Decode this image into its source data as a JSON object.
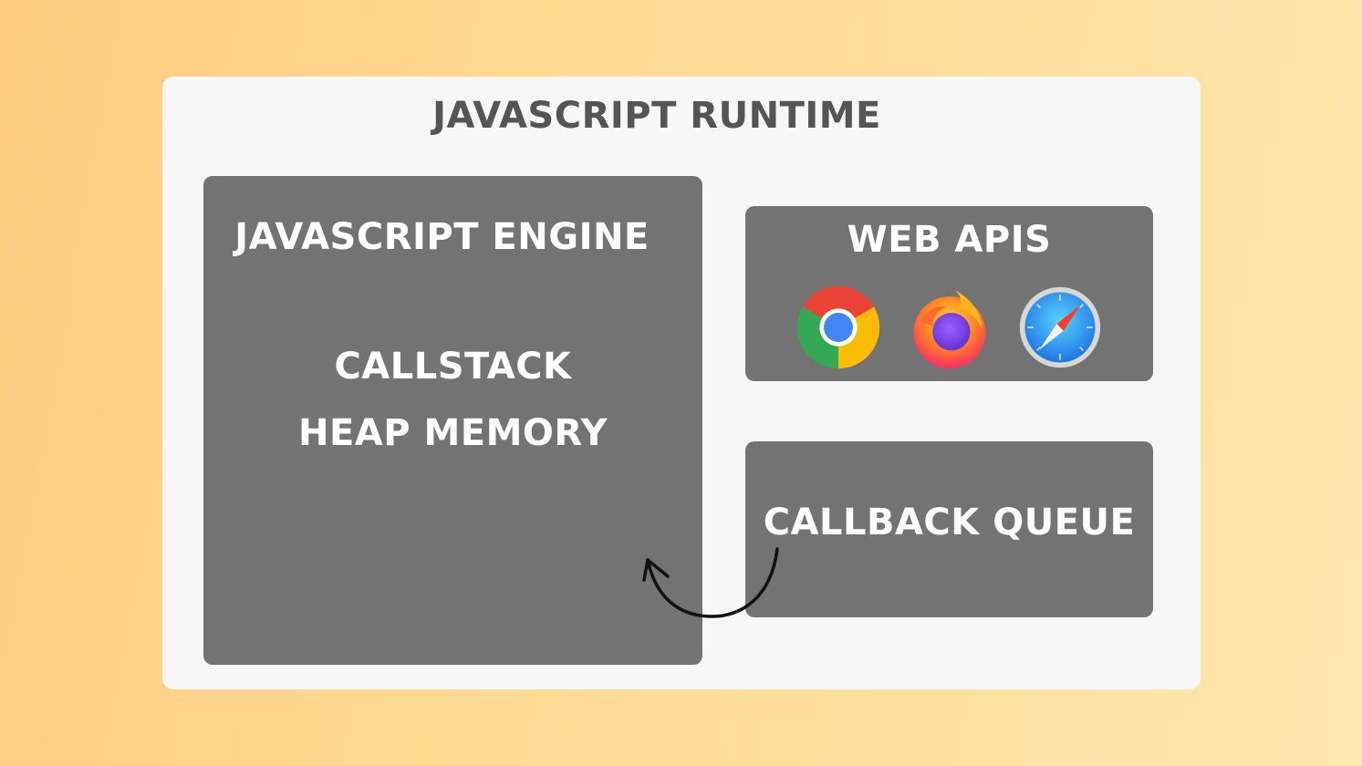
{
  "diagram": {
    "runtime_title": "JAVASCRIPT RUNTIME",
    "engine": {
      "title": "JAVASCRIPT ENGINE",
      "items": [
        "CALLSTACK",
        "HEAP MEMORY"
      ]
    },
    "web_apis": {
      "title": "WEB APIS",
      "icons": [
        "chrome-icon",
        "firefox-icon",
        "safari-icon"
      ]
    },
    "callback_queue": {
      "title": "CALLBACK QUEUE"
    },
    "colors": {
      "background_start": "#ffcc7f",
      "background_end": "#ffe6ad",
      "runtime_panel": "#f7f7f7",
      "box_fill": "#737373",
      "title_text": "#555555",
      "box_text": "#ffffff",
      "arrow": "#111111"
    }
  }
}
